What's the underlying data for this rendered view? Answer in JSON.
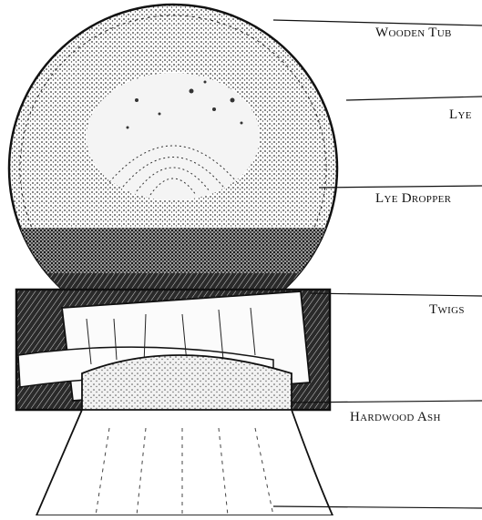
{
  "diagram": {
    "labels": {
      "wooden_tub": "Wooden Tub",
      "lye": "Lye",
      "lye_dropper": "Lye Dropper",
      "twigs": "Twigs",
      "hardwood_ash": "Hardwood Ash"
    },
    "colors": {
      "ink": "#111111",
      "stipple_dark": "#1c1c1c",
      "stipple_mid": "#555555",
      "paper": "#ffffff"
    }
  }
}
